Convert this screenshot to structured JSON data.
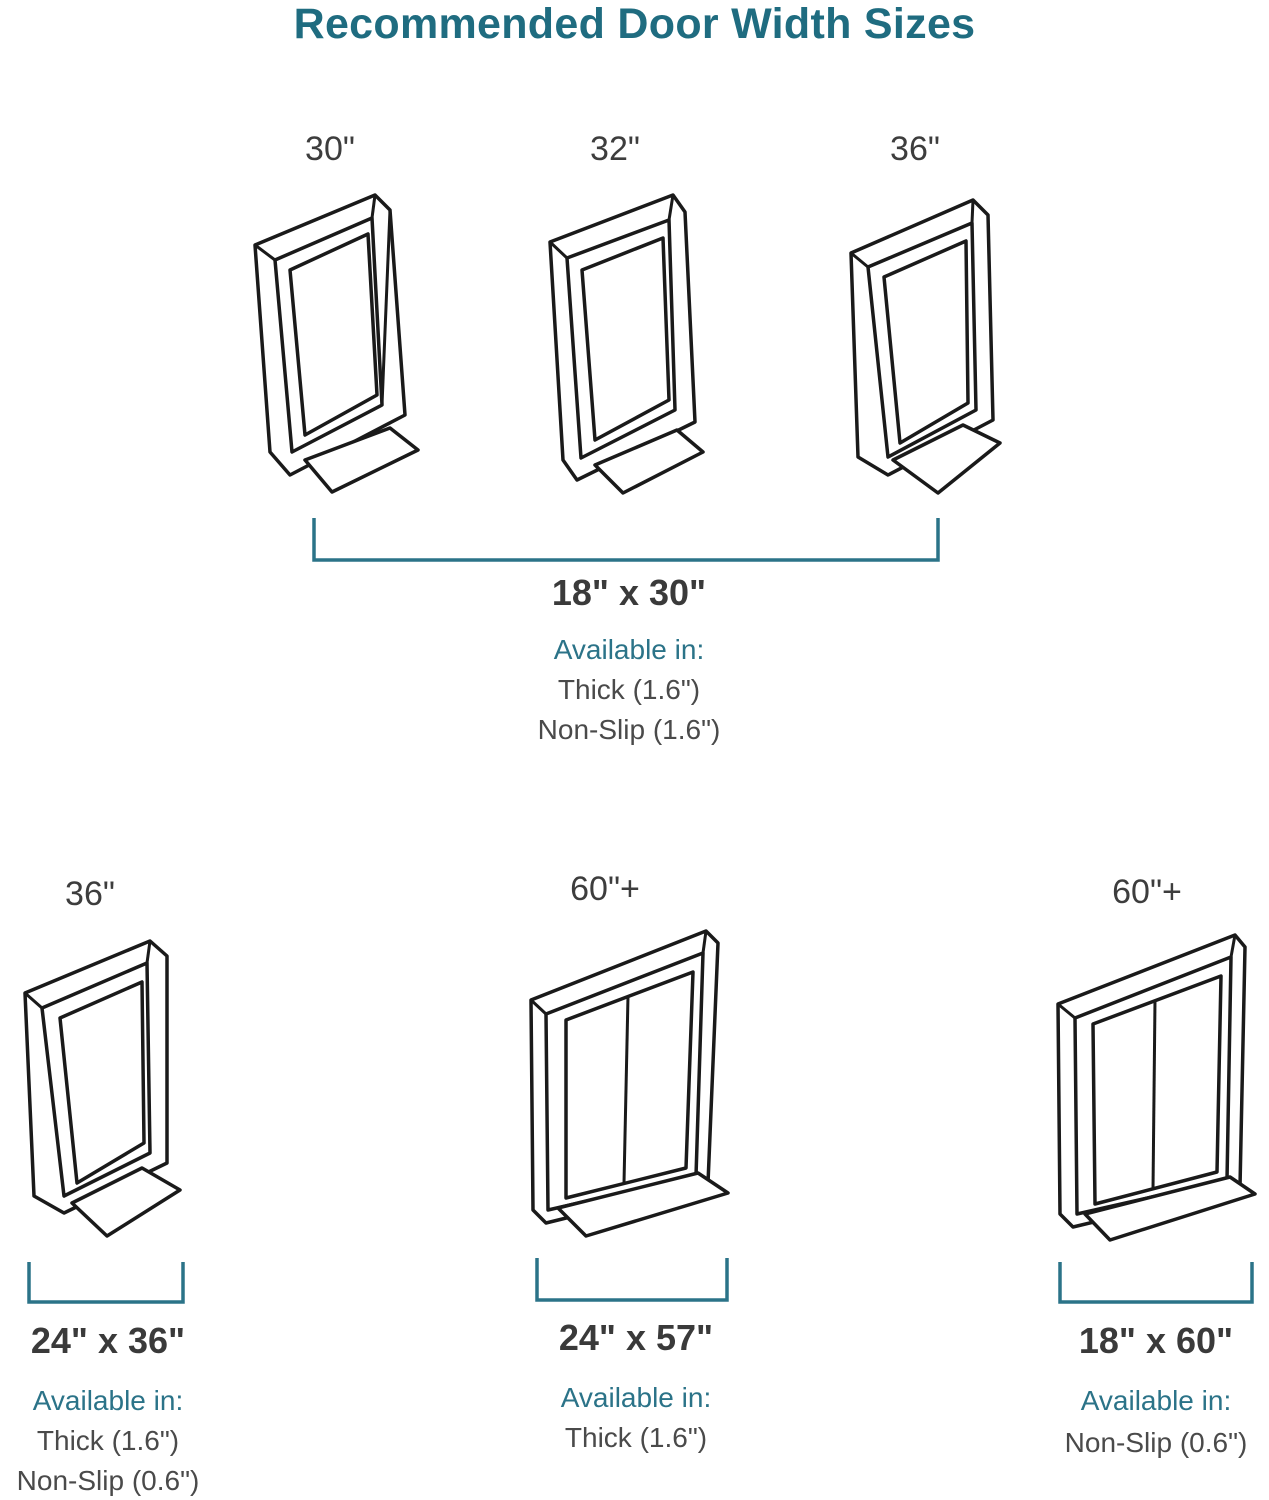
{
  "title": "Recommended Door Width Sizes",
  "groups": [
    {
      "doors": [
        {
          "label": "30\"",
          "icon": "single-door-icon"
        },
        {
          "label": "32\"",
          "icon": "single-door-icon"
        },
        {
          "label": "36\"",
          "icon": "single-door-icon"
        }
      ],
      "size": "18\" x 30\"",
      "available_heading": "Available in:",
      "options": [
        "Thick (1.6\")",
        "Non-Slip (1.6\")"
      ]
    },
    {
      "doors": [
        {
          "label": "36\"",
          "icon": "single-door-icon"
        }
      ],
      "size": "24\" x 36\"",
      "available_heading": "Available in:",
      "options": [
        "Thick (1.6\")",
        "Non-Slip (0.6\")"
      ]
    },
    {
      "doors": [
        {
          "label": "60\"+",
          "icon": "double-door-icon"
        }
      ],
      "size": "24\" x 57\"",
      "available_heading": "Available in:",
      "options": [
        "Thick (1.6\")"
      ]
    },
    {
      "doors": [
        {
          "label": "60\"+",
          "icon": "double-door-icon"
        }
      ],
      "size": "18\" x 60\"",
      "available_heading": "Available in:",
      "options": [
        "Non-Slip (0.6\")"
      ]
    }
  ],
  "colors": {
    "accent": "#1f6c80",
    "bracket": "#2b7388",
    "line": "#1a1a1a"
  }
}
